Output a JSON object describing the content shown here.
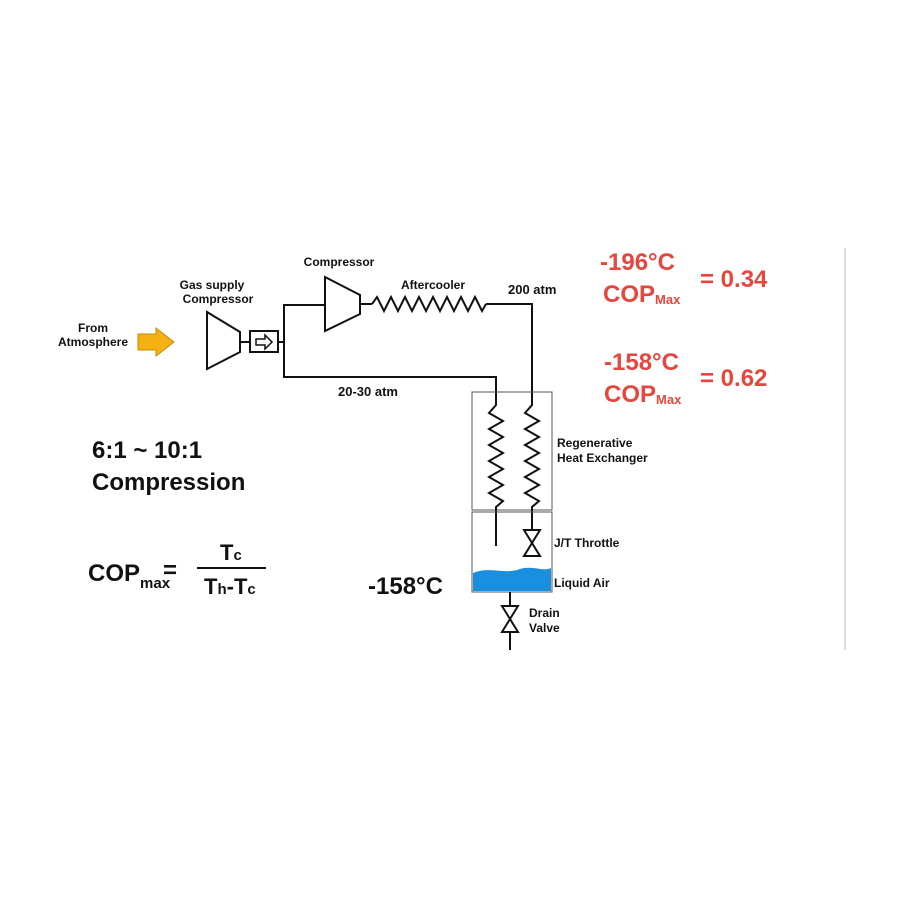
{
  "labels": {
    "from_atmosphere_1": "From",
    "from_atmosphere_2": "Atmosphere",
    "gas_supply_1": "Gas supply",
    "gas_supply_2": "Compressor",
    "compressor": "Compressor",
    "aftercooler": "Aftercooler",
    "pressure_high": "200 atm",
    "pressure_low": "20-30 atm",
    "heat_exchanger_1": "Regenerative",
    "heat_exchanger_2": "Heat Exchanger",
    "jt_throttle": "J/T Throttle",
    "liquid_air": "Liquid Air",
    "drain_1": "Drain",
    "drain_2": "Valve",
    "tank_temp": "-158°C"
  },
  "compression": {
    "ratio": "6:1 ~ 10:1",
    "word": "Compression"
  },
  "formula": {
    "lhs_main": "COP",
    "lhs_sub": "max",
    "equals": "=",
    "num_main": "T",
    "num_sub": "c",
    "den_main_1": "T",
    "den_sub_1": "h",
    "den_mid": "-T",
    "den_sub_2": "c"
  },
  "results": [
    {
      "temp": "-196°C",
      "cop": "COP",
      "cop_sub": "Max",
      "value": "= 0.34"
    },
    {
      "temp": "-158°C",
      "cop": "COP",
      "cop_sub": "Max",
      "value": "= 0.62"
    }
  ],
  "colors": {
    "accent_red": "#e8453c",
    "arrow_yellow": "#f5b014",
    "liquid_blue": "#1a8fe0"
  }
}
